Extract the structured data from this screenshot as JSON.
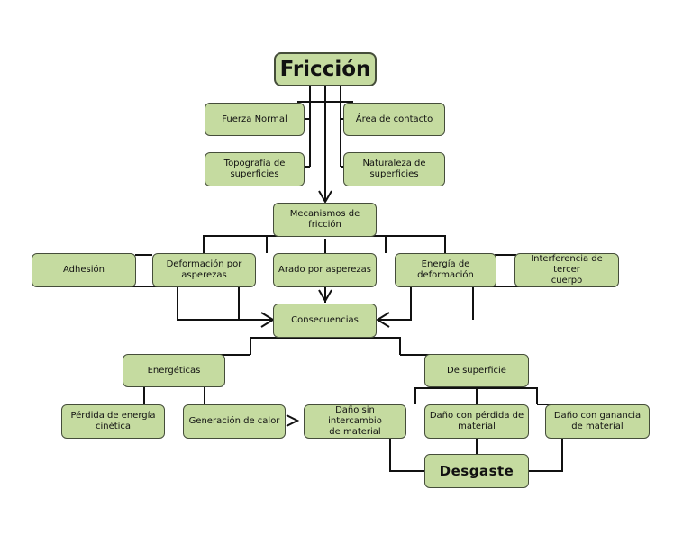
{
  "colors": {
    "node_fill": "#c5dba0",
    "node_border": "#454d3a",
    "line": "#111111",
    "background": "#ffffff"
  },
  "nodes": {
    "friccion": "Fricción",
    "fuerza_normal": "Fuerza Normal",
    "area_contacto": "Área de contacto",
    "topografia": "Topografía de\nsuperficies",
    "naturaleza": "Naturaleza de\nsuperficies",
    "mecanismos": "Mecanismos de\nfricción",
    "adhesion": "Adhesión",
    "deformacion_asperezas": "Deformación por\nasperezas",
    "arado": "Arado por asperezas",
    "energia_deformacion": "Energía de\ndeformación",
    "interferencia": "Interferencia de tercer\ncuerpo",
    "consecuencias": "Consecuencias",
    "energeticas": "Energéticas",
    "superficie": "De  superficie",
    "perdida_energia": "Pérdida de energía\ncinética",
    "generacion_calor": "Generación de calor",
    "dano_sin": "Daño sin intercambio\nde material",
    "dano_perdida": "Daño con pérdida de\nmaterial",
    "dano_ganancia": "Daño con ganancia\nde material",
    "desgaste": "Desgaste"
  }
}
